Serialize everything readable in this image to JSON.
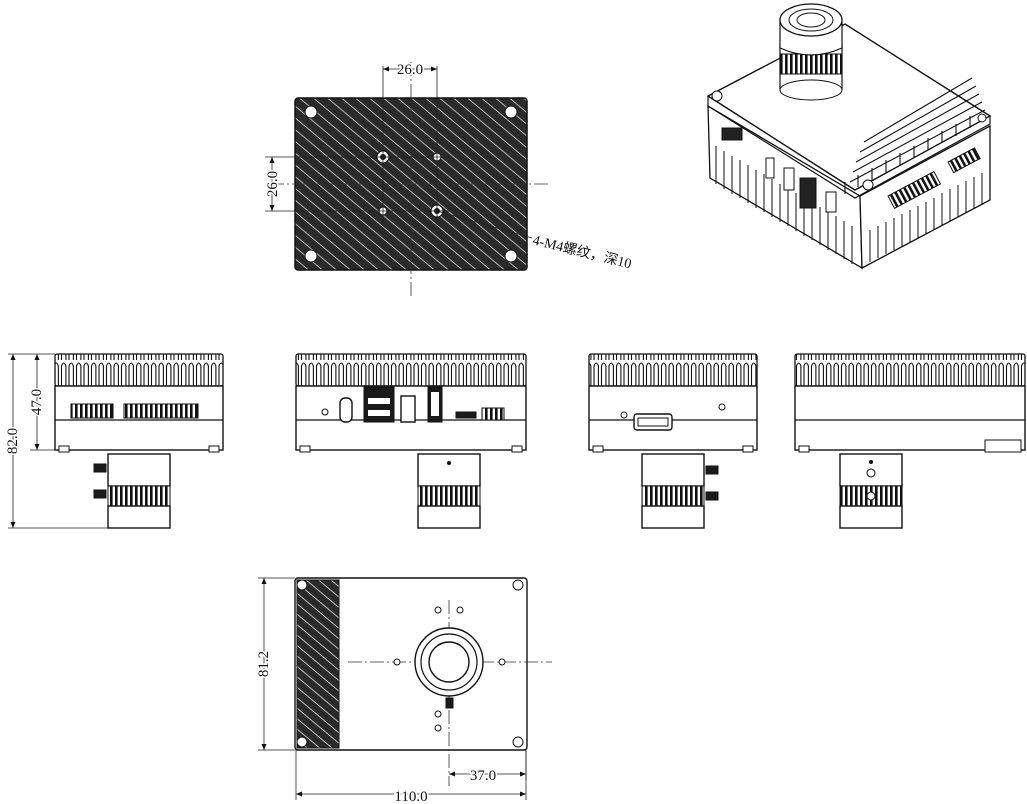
{
  "dimensions": {
    "top_hole_spacing_x": "26.0",
    "top_hole_spacing_y": "26.0",
    "front_height_total": "82.0",
    "front_body_height": "47.0",
    "bottom_depth": "81.2",
    "bottom_width": "110.0",
    "bottom_lens_offset": "37.0"
  },
  "annotations": {
    "thread_note": "4-M4螺纹，深10"
  }
}
